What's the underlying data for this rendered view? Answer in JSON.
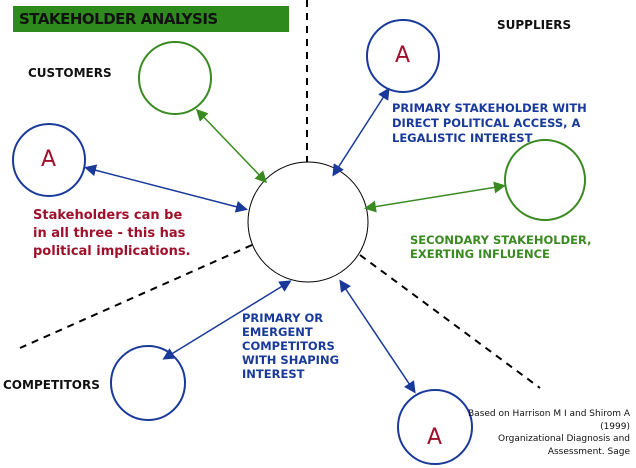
{
  "title": "STAKEHOLDER ANALYSIS",
  "labels": {
    "customers": "CUSTOMERS",
    "suppliers": "SUPPLIERS",
    "competitors": "COMPETITORS"
  },
  "circle_label": "A",
  "note_red": [
    "Stakeholders can be",
    "in all three - this has",
    "political implications."
  ],
  "note_primary_direct": [
    "PRIMARY STAKEHOLDER WITH",
    "DIRECT POLITICAL ACCESS, A",
    "LEGALISTIC INTEREST"
  ],
  "note_secondary": [
    "SECONDARY STAKEHOLDER,",
    "EXERTING  INFLUENCE"
  ],
  "note_primary_emergent": [
    "PRIMARY OR",
    "EMERGENT",
    "COMPETITORS",
    "WITH SHAPING",
    "INTEREST"
  ],
  "citation": [
    "Based on Harrison M I  and Shirom A",
    "(1999)",
    "Organizational Diagnosis and",
    "Assessment. Sage"
  ],
  "colors": {
    "green": "#2f8a1e",
    "blue": "#1a3a9a",
    "red": "#a0102a"
  }
}
